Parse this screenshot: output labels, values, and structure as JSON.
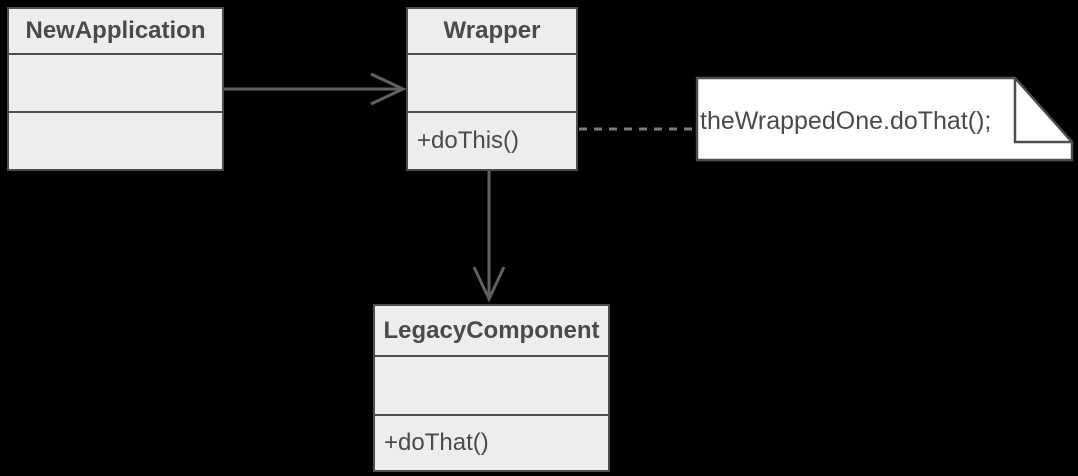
{
  "classes": [
    {
      "name": "NewApplication",
      "attributes_text": "",
      "methods_text": ""
    },
    {
      "name": "Wrapper",
      "attributes_text": "",
      "methods_text": "+doThis()"
    },
    {
      "name": "LegacyComponent",
      "attributes_text": "",
      "methods_text": "+doThat()"
    }
  ],
  "note": {
    "text": "theWrappedOne.doThat();"
  },
  "relations": [
    {
      "from": "NewApplication",
      "to": "Wrapper",
      "style": "solid-open-arrow"
    },
    {
      "from": "Wrapper",
      "to": "LegacyComponent",
      "style": "solid-open-arrow"
    },
    {
      "from": "Wrapper",
      "to": "note",
      "style": "dashed-line"
    }
  ],
  "colors": {
    "background": "#000000",
    "class_fill": "#ededed",
    "class_border": "#4d4d4d",
    "note_fill": "#ffffff",
    "note_border": "#4d4d4d",
    "text": "#4a4a4a",
    "arrow": "#606060",
    "dashed_line": "#7a7a7a"
  }
}
